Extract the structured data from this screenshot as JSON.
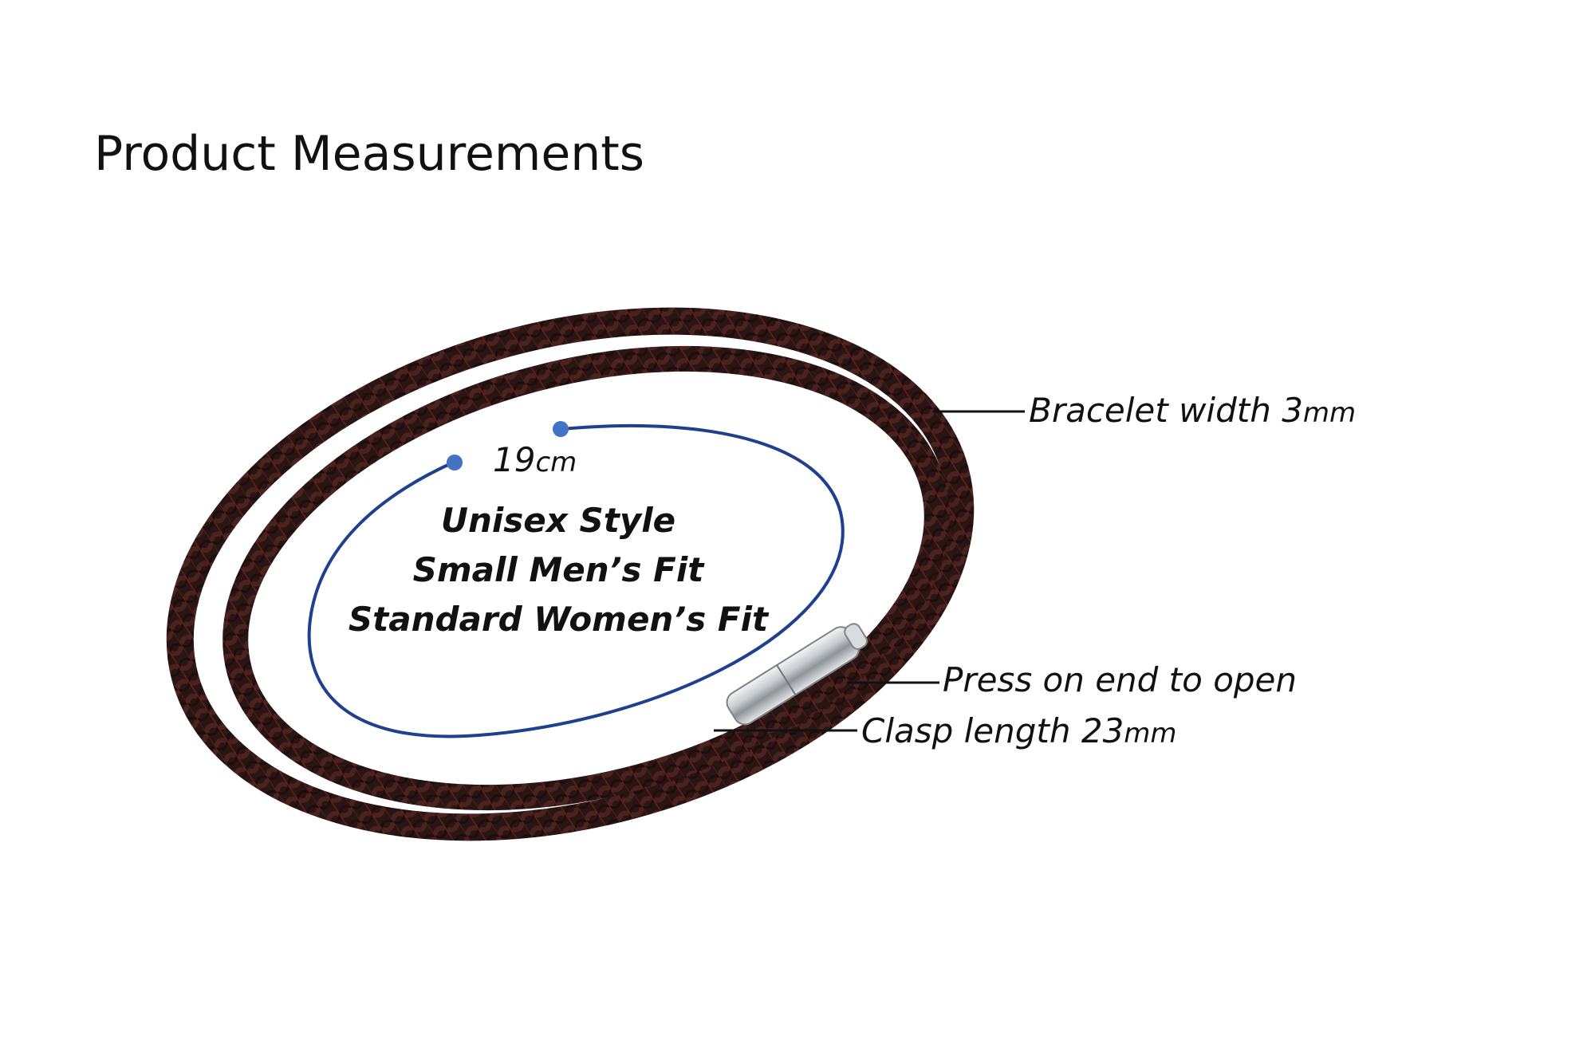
{
  "title": "Product Measurements",
  "circumference": {
    "value": "19",
    "unit": "cm"
  },
  "fit_lines": [
    "Unisex Style",
    "Small Men’s Fit",
    "Standard Women’s Fit"
  ],
  "callouts": {
    "bracelet_width": {
      "label": "Bracelet width 3",
      "unit": "mm"
    },
    "press_to_open": {
      "label": "Press on end to open"
    },
    "clasp_length": {
      "label": "Clasp length 23",
      "unit": "mm"
    }
  },
  "colors": {
    "measure_line": "#1f3f8f",
    "measure_dot": "#4472c4",
    "leather_dark": "#2a1614",
    "leather_mid": "#4a2420",
    "stitch": "#7a2a1e",
    "clasp": "#cfd3d6"
  }
}
